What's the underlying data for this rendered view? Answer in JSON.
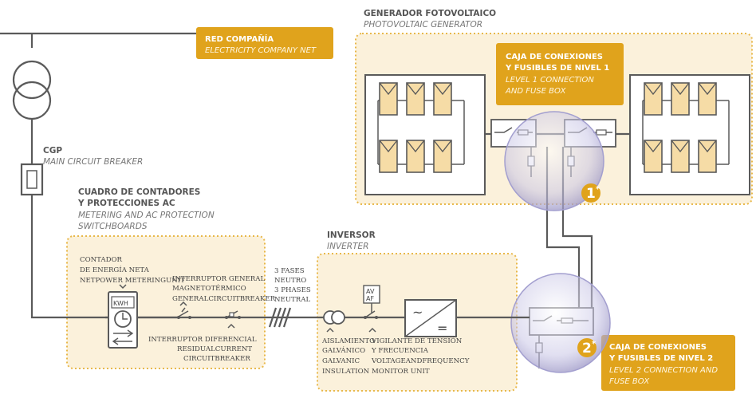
{
  "labels": {
    "red_compania": {
      "es": "RED COMPAÑÍA",
      "en": "ELECTRICITY COMPANY NET"
    },
    "generador": {
      "es": "GENERADOR FOTOVOLTAICO",
      "en": "PHOTOVOLTAIC GENERATOR"
    },
    "caja_nivel1": {
      "es1": "CAJA DE CONEXIONES",
      "es2": "Y FUSIBLES DE NIVEL 1",
      "en1": "LEVEL 1 CONNECTION",
      "en2": "AND FUSE BOX"
    },
    "cgp": {
      "es": "CGP",
      "en": "MAIN CIRCUIT BREAKER"
    },
    "cuadro": {
      "es1": "CUADRO DE CONTADORES",
      "es2": "Y PROTECCIONES AC",
      "en1": "METERING AND AC PROTECTION",
      "en2": "SWITCHBOARDS"
    },
    "inversor": {
      "es": "INVERSOR",
      "en": "INVERTER"
    },
    "caja_nivel2": {
      "es1": "CAJA DE CONEXIONES",
      "es2": "Y FUSIBLES DE NIVEL 2",
      "en1": "LEVEL 2 CONNECTION AND",
      "en2": "FUSE BOX"
    }
  },
  "components": {
    "contador": {
      "l1": "CONTADOR",
      "l2": "DE ENERGÍA NETA",
      "l3": "NETPOWER METERINGUNIT"
    },
    "kwh": "KWH",
    "interruptor_magneto": {
      "l1": "INTERRUPTOR GENERAL",
      "l2": "MAGNETOTÉRMICO",
      "l3": "GENERALCIRCUITBREAKER"
    },
    "tres_fases": {
      "l1": "3 FASES",
      "l2": "NEUTRO",
      "l3": "3 PHASES",
      "l4": "NEUTRAL"
    },
    "interruptor_diferencial": {
      "l1": "INTERRUPTOR DIFERENCIAL",
      "l2": "RESIDUALCURRENT",
      "l3": "CIRCUITBREAKER"
    },
    "aislamiento": {
      "l1": "AISLAMIENTO",
      "l2": "GALVÁNICO",
      "l3": "GALVANIC",
      "l4": "INSULATION"
    },
    "av_af": {
      "l1": "AV",
      "l2": "AF"
    },
    "vigilante": {
      "l1": "VIGILANTE DE TENSIÓN",
      "l2": "Y FRECUENCIA",
      "l3": "VOLTAGEANDFREQUENCY",
      "l4": "MONITOR UNIT"
    },
    "inverter_symbols": {
      "ac": "~",
      "dc": "="
    }
  },
  "badges": {
    "b1": "1",
    "b2": "2",
    "mark": "*"
  },
  "colors": {
    "accent": "#E0A31C",
    "zone_fill": "#FBF1DB",
    "zone_border": "#E8B84A",
    "panel_fill": "#F6DCA6",
    "wire": "#5a5a5a",
    "lens": "#B6B2D6"
  }
}
